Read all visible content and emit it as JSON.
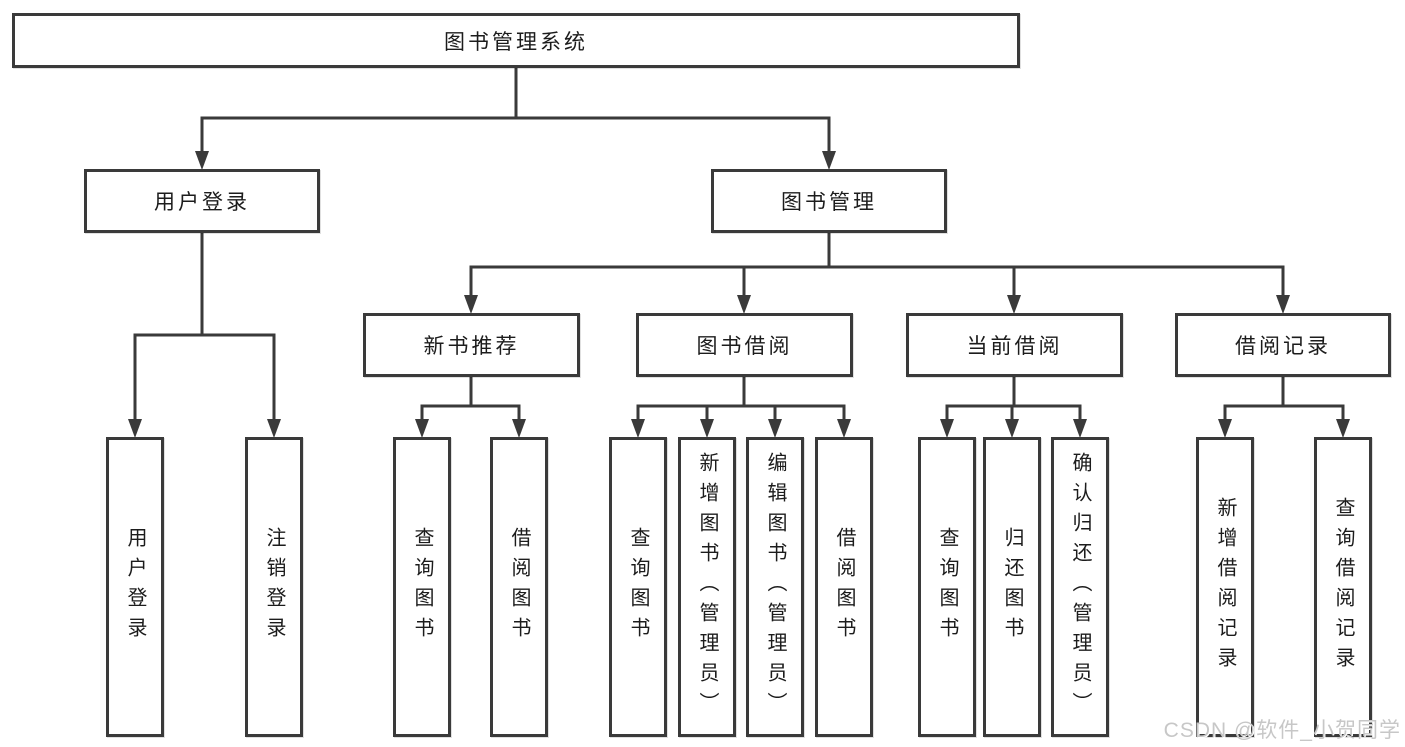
{
  "diagram_title": "图书管理系统",
  "nodes": {
    "root": {
      "label": "图书管理系统"
    },
    "user_login": {
      "label": "用户登录"
    },
    "book_management": {
      "label": "图书管理"
    },
    "new_book_recommend": {
      "label": "新书推荐"
    },
    "book_borrowing": {
      "label": "图书借阅"
    },
    "current_borrowing": {
      "label": "当前借阅"
    },
    "borrowing_records": {
      "label": "借阅记录"
    },
    "leaf_user_login": {
      "label": "用户登录"
    },
    "leaf_logout": {
      "label": "注销登录"
    },
    "leaf_query_books_recommend": {
      "label": "查询图书"
    },
    "leaf_borrow_books_recommend": {
      "label": "借阅图书"
    },
    "leaf_query_books_borrowing": {
      "label": "查询图书"
    },
    "leaf_add_books_admin": {
      "label": "新增图书（管理员）"
    },
    "leaf_edit_books_admin": {
      "label": "编辑图书（管理员）"
    },
    "leaf_borrow_books_borrowing": {
      "label": "借阅图书"
    },
    "leaf_query_books_current": {
      "label": "查询图书"
    },
    "leaf_return_books": {
      "label": "归还图书"
    },
    "leaf_confirm_return_admin": {
      "label": "确认归还（管理员）"
    },
    "leaf_add_borrow_record": {
      "label": "新增借阅记录"
    },
    "leaf_query_borrow_record": {
      "label": "查询借阅记录"
    }
  },
  "watermark": "CSDN @软件_小贺同学",
  "colors": {
    "line": "#3a3a3a",
    "box_border": "#3a3a3a",
    "text": "#1c1c1c",
    "watermark": "#c7c7c7",
    "background": "#ffffff"
  }
}
